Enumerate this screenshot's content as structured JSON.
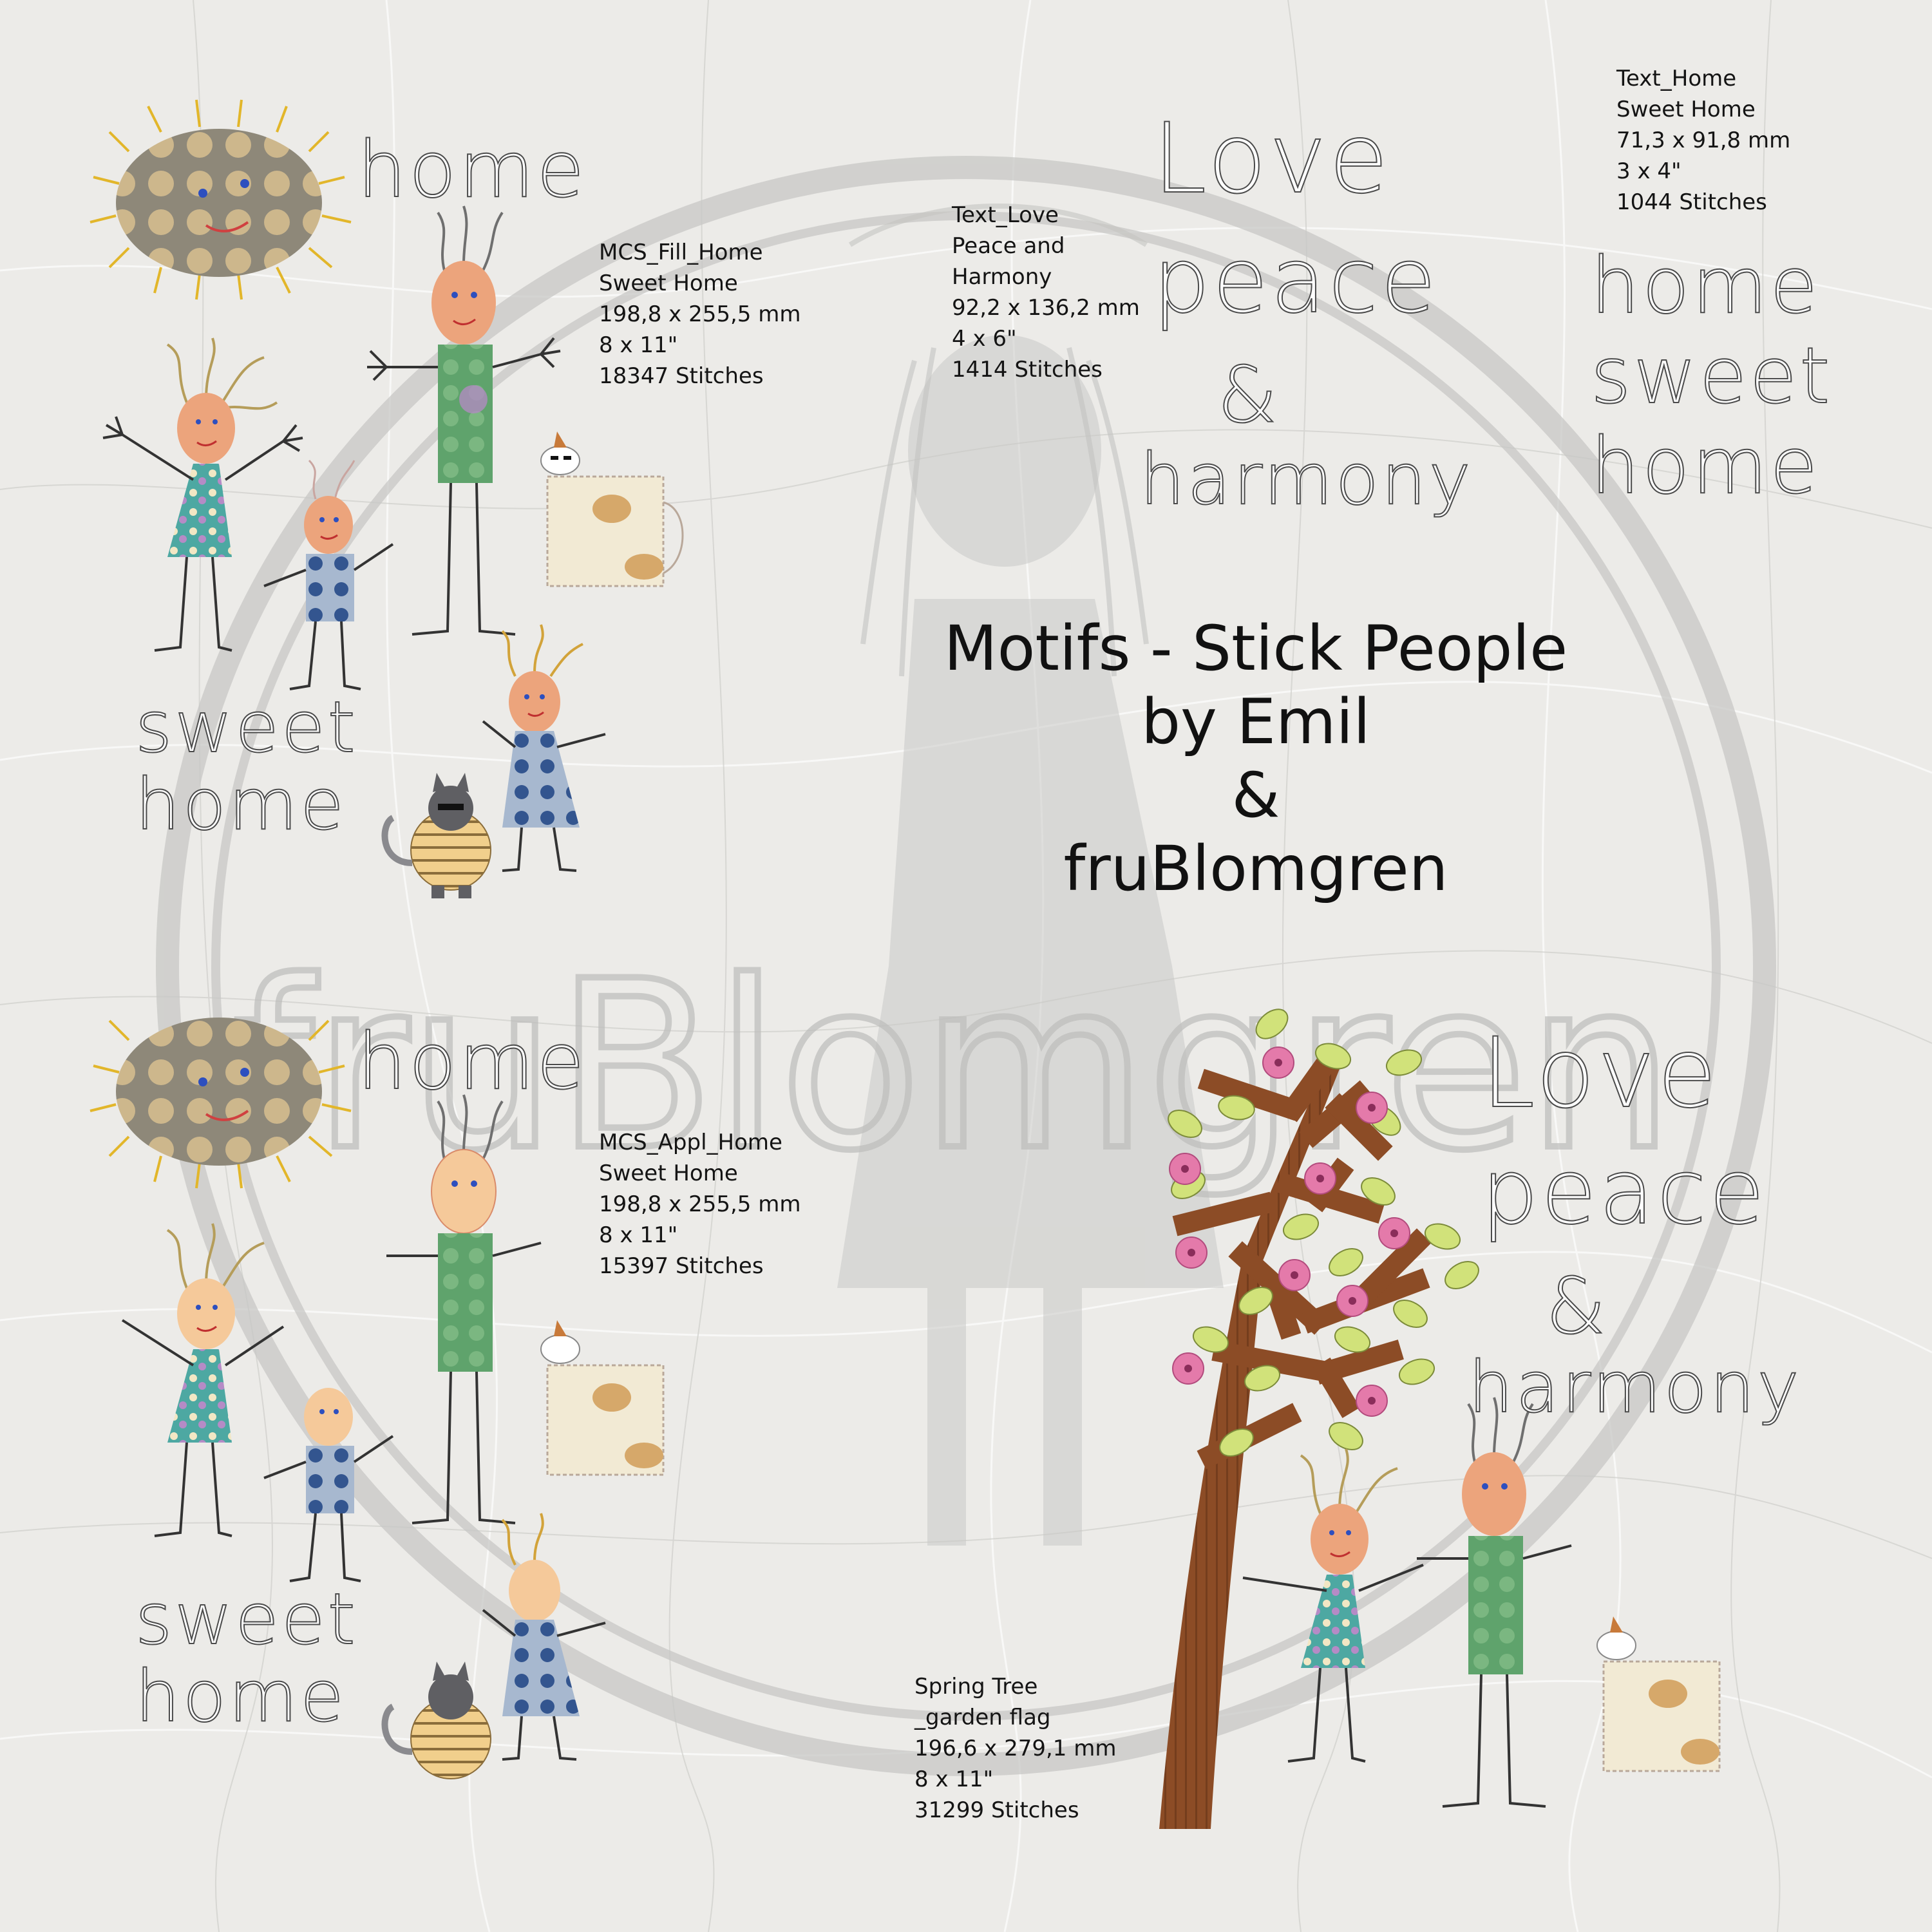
{
  "title": {
    "line1": "Motifs - Stick People",
    "line2": "by Emil",
    "line3": "&",
    "line4": "fruBlomgren"
  },
  "watermark": {
    "text": "fruBlomgren"
  },
  "designs": [
    {
      "name": "MCS_Fill_Home",
      "name2": "Sweet Home",
      "size_mm": "198,8 x 255,5 mm",
      "size_in": "8 x 11\"",
      "stitches": "18347 Stitches"
    },
    {
      "name": "MCS_Appl_Home",
      "name2": "Sweet Home",
      "size_mm": "198,8 x 255,5 mm",
      "size_in": "8 x 11\"",
      "stitches": "15397 Stitches"
    },
    {
      "name": "Text_Love",
      "name2": "Peace and",
      "name3": "Harmony",
      "size_mm": "92,2 x 136,2 mm",
      "size_in": "4 x 6\"",
      "stitches": "1414 Stitches"
    },
    {
      "name": "Text_Home",
      "name2": "Sweet Home",
      "size_mm": "71,3 x 91,8 mm",
      "size_in": "3 x 4\"",
      "stitches": "1044 Stitches"
    },
    {
      "name": "Spring Tree",
      "name2": "_garden flag",
      "size_mm": "196,6 x 279,1 mm",
      "size_in": "8 x 11\"",
      "stitches": "31299 Stitches"
    }
  ],
  "hand_text": {
    "home": "home",
    "sweet": "sweet",
    "home_lower": "home",
    "love": "Love",
    "peace": "peace",
    "amp": "&",
    "harmony": "harmony",
    "sweet_mid": "sweet"
  },
  "colors": {
    "background": "#ececea",
    "text": "#141414",
    "tree_trunk": "#8b4a24",
    "leaf": "#cfe07a",
    "blossom": "#e57fb0",
    "sun": "#9b927c",
    "sun_rays": "#e0b82a",
    "skin": "#eca47c",
    "green_shirt": "#4f9a62",
    "blue_dress": "#4b6fa8"
  },
  "icons": [
    "sun-icon",
    "stick-figure-icon",
    "cat-icon",
    "dog-icon",
    "tree-icon",
    "flower-icon",
    "leaf-icon"
  ]
}
